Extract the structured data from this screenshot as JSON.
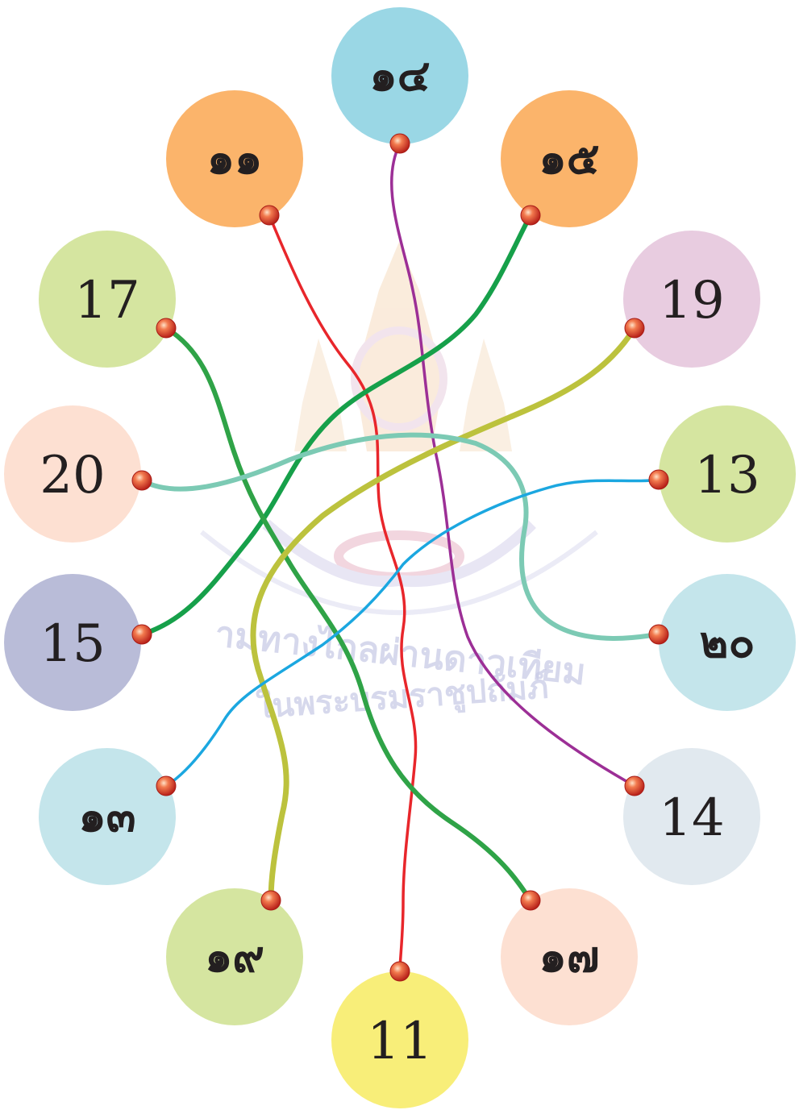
{
  "diagram": {
    "circles": [
      {
        "id": "thai-14",
        "label": "๑๔",
        "script": "thai",
        "color": "#9ad7e5"
      },
      {
        "id": "thai-11",
        "label": "๑๑",
        "script": "thai",
        "color": "#fbb46b"
      },
      {
        "id": "thai-15",
        "label": "๑๕",
        "script": "thai",
        "color": "#fbb46b"
      },
      {
        "id": "num-17",
        "label": "17",
        "script": "arabic",
        "color": "#d5e5a0"
      },
      {
        "id": "num-19",
        "label": "19",
        "script": "arabic",
        "color": "#e8cce0"
      },
      {
        "id": "num-20",
        "label": "20",
        "script": "arabic",
        "color": "#fde0d2"
      },
      {
        "id": "num-13",
        "label": "13",
        "script": "arabic",
        "color": "#d5e5a0"
      },
      {
        "id": "num-15",
        "label": "15",
        "script": "arabic",
        "color": "#b9bcd8"
      },
      {
        "id": "thai-20",
        "label": "๒๐",
        "script": "thai",
        "color": "#c4e5eb"
      },
      {
        "id": "thai-13",
        "label": "๑๓",
        "script": "thai",
        "color": "#c4e5eb"
      },
      {
        "id": "num-14",
        "label": "14",
        "script": "arabic",
        "color": "#e1e9ef"
      },
      {
        "id": "thai-19",
        "label": "๑๙",
        "script": "thai",
        "color": "#d5e5a0"
      },
      {
        "id": "thai-17",
        "label": "๑๗",
        "script": "thai",
        "color": "#fde0d2"
      },
      {
        "id": "num-11",
        "label": "11",
        "script": "arabic",
        "color": "#f8ee79"
      }
    ],
    "connections": [
      {
        "from": "thai-11",
        "to": "num-11",
        "color": "#e8262b"
      },
      {
        "from": "thai-14",
        "to": "num-14",
        "color": "#9c2f96"
      },
      {
        "from": "thai-15",
        "to": "num-15",
        "color": "#16a04a"
      },
      {
        "from": "num-17",
        "to": "thai-17",
        "color": "#2fa347"
      },
      {
        "from": "num-19",
        "to": "thai-19",
        "color": "#bcc23d"
      },
      {
        "from": "num-20",
        "to": "thai-20",
        "color": "#7ccab4"
      },
      {
        "from": "num-13",
        "to": "thai-13",
        "color": "#1ba7e0"
      }
    ],
    "connector_dot_color": "#e04a2c"
  }
}
